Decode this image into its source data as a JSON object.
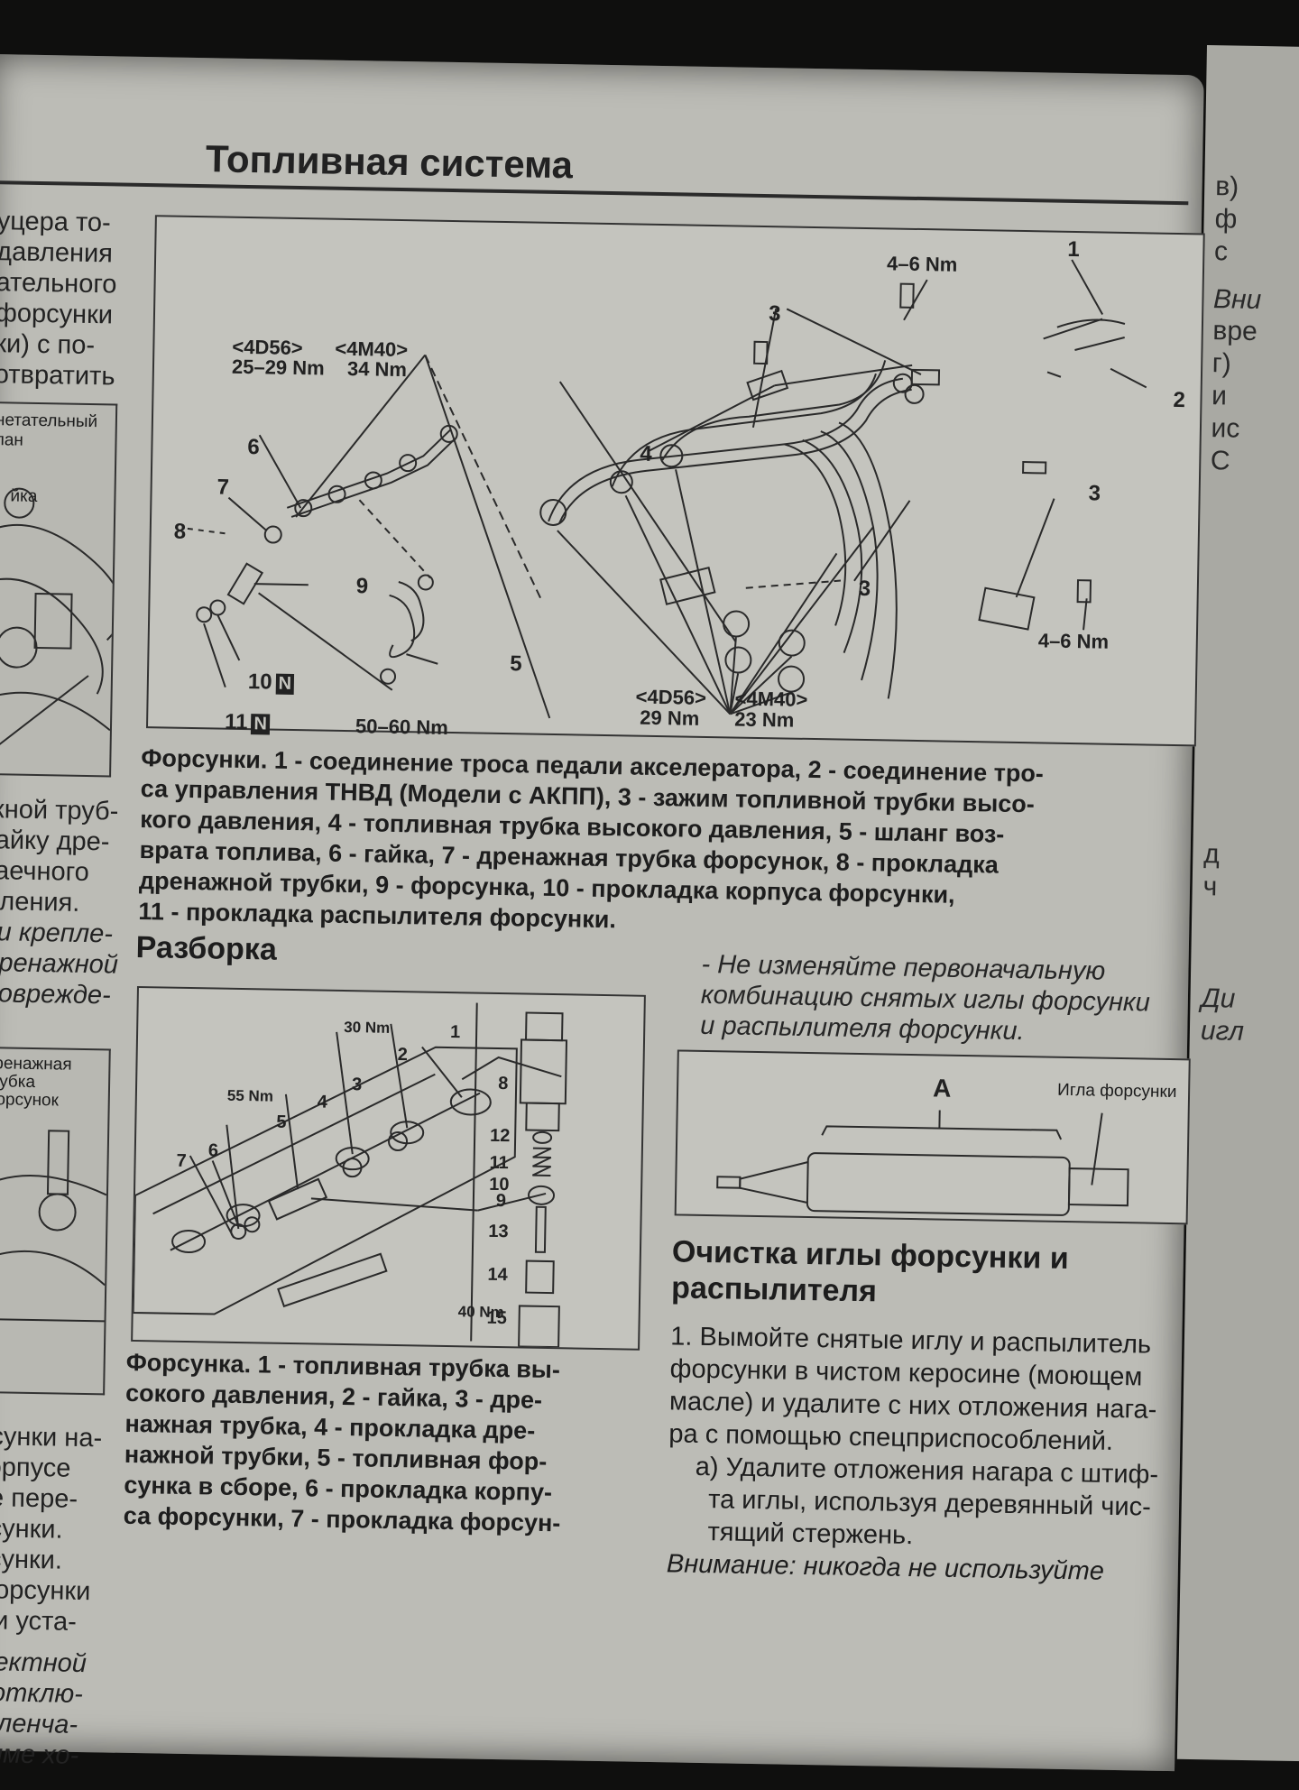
{
  "header": {
    "title": "Топливная система"
  },
  "left_column_top": [
    "уцера то-",
    "давления",
    "ательного",
    "форсунки",
    "ки) с по-",
    "отвратить"
  ],
  "left_inset_top": {
    "l1": "нетательный",
    "l2": "пан",
    "l3": "йка"
  },
  "left_column_mid": [
    "жной труб-",
    "гайку дре-",
    "гаечного",
    "пления."
  ],
  "left_column_mid_italic": [
    "ки крепле-",
    "дренажной",
    "поврежде-"
  ],
  "left_inset_bottom": {
    "l1": "Дренажная",
    "l2": "трубка",
    "l3": "форсунок"
  },
  "left_column_bottom": [
    "рсунки на-",
    "корпусе",
    "не пере-",
    "рсунки.",
    "рсунки.",
    "форсунки",
    "в и уста-"
  ],
  "left_column_bottom_italic": [
    "фектной",
    "к отклю-",
    "коленча-",
    "жиме хо-"
  ],
  "diagram1": {
    "labels": {
      "n1": "1",
      "n2": "2",
      "n3a": "3",
      "n3b": "3",
      "n3c": "3",
      "n4": "4",
      "n5": "5",
      "n6": "6",
      "n7": "7",
      "n8": "8",
      "n9": "9",
      "n10": "10",
      "n11": "11",
      "badge": "N",
      "t_4d56_left": "<4D56>",
      "t_4m40_left": "<4M40>",
      "t_25_29": "25–29 Nm",
      "t_34": "34 Nm",
      "t_4_6_top": "4–6 Nm",
      "t_4_6_right": "4–6 Nm",
      "t_50_60": "50–60 Nm",
      "t_4d56_bottom": "<4D56>",
      "t_4m40_bottom": "<4M40>",
      "t_29": "29 Nm",
      "t_23": "23 Nm"
    }
  },
  "caption1": [
    "Форсунки. 1 - соединение троса педали акселератора, 2 - соединение тро-",
    "са управления ТНВД (Модели с АКПП), 3 - зажим топливной трубки высо-",
    "кого давления, 4 - топливная трубка высокого давления, 5 - шланг воз-",
    "врата топлива, 6 - гайка, 7 - дренажная трубка форсунок, 8 - прокладка",
    "дренажной трубки, 9 - форсунка, 10 - прокладка корпуса форсунки,",
    "11 - прокладка распылителя форсунки."
  ],
  "section_disassembly": {
    "title": "Разборка"
  },
  "diagram2": {
    "labels": {
      "t_30": "30 Nm",
      "t_55": "55 Nm",
      "t_40": "40 Nm",
      "n1": "1",
      "n2": "2",
      "n3": "3",
      "n4": "4",
      "n5": "5",
      "n6": "6",
      "n7": "7",
      "n8": "8",
      "n12": "12",
      "n11": "11",
      "n10": "10",
      "n9": "9",
      "n13": "13",
      "n14": "14",
      "n15": "15"
    }
  },
  "caption2": [
    "Форсунка. 1 - топливная трубка вы-",
    "сокого давления, 2 - гайка, 3 - дре-",
    "нажная трубка, 4 - прокладка дре-",
    "нажной трубки, 5 - топливная фор-",
    "сунка в сборе, 6 - прокладка корпу-",
    "са форсунки, 7 - прокладка форсун-"
  ],
  "note_italic": [
    "- Не изменяйте первоначальную",
    "комбинацию снятых иглы форсунки",
    "и распылителя форсунки."
  ],
  "diagram3": {
    "label_a": "A",
    "label_needle": "Игла форсунки"
  },
  "section_cleaning": {
    "title_l1": "Очистка иглы форсунки и",
    "title_l2": "распылителя"
  },
  "cleaning_text": [
    "1. Вымойте снятые иглу и распылитель",
    "форсунки в чистом керосине (моющем",
    "масле) и удалите с них отложения нага-",
    "ра с помощью спецприспособлений.",
    "а) Удалите отложения нагара с штиф-",
    "та иглы, используя деревянный чис-",
    "тящий стержень.",
    "Внимание: никогда не используйте"
  ],
  "right_page": [
    "в)",
    "ф",
    "с",
    "Вни",
    "вре",
    "г)",
    "и",
    "ис",
    "С",
    "д",
    "ч",
    "Ди",
    "игл"
  ]
}
